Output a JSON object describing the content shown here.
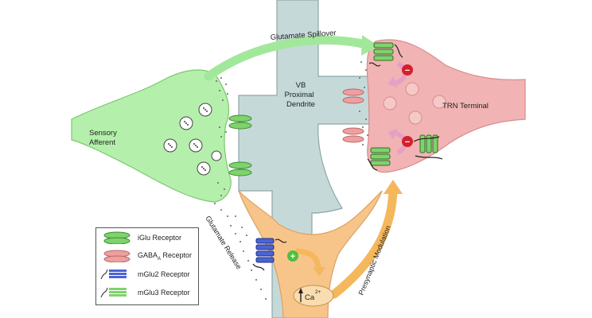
{
  "labels": {
    "glutamate_spillover": "Glutamate Spillover",
    "vb_line1": "VB",
    "vb_line2": "Proximal",
    "vb_line3": "Dendrite",
    "trn_terminal": "TRN Terminal",
    "sensory_line1": "Sensory",
    "sensory_line2": "Afferent",
    "glutamate_release": "Glutamate Release",
    "presynaptic_modulation": "Presynaptic Modulation",
    "calcium": "Ca",
    "calcium_charge": "2+",
    "plus_sign": "+",
    "minus_sign": "−"
  },
  "legend": {
    "iglu": "iGlu Receptor",
    "gaba_main": "GABA",
    "gaba_sub": "A",
    "gaba_rest": " Receptor",
    "mglu2": "mGlu2 Receptor",
    "mglu3": "mGlu3 Receptor"
  },
  "colors": {
    "green_fill": "#b5efac",
    "green_stroke": "#7cc870",
    "vb_fill": "#c5d9d9",
    "vb_stroke": "#8fa6a6",
    "trn_fill": "#f1b3b3",
    "trn_stroke": "#d88d8d",
    "orange_fill": "#f7c58a",
    "orange_stroke": "#dba160",
    "arrow_green": "#a2e89a",
    "arrow_orange": "#f5b75c",
    "pink_arrow": "#e79fc6",
    "inhibit_red": "#d3202a",
    "plus_green": "#4fbf3d",
    "receptor_green": "#7ed36c",
    "receptor_pink": "#ee9f9f",
    "mglu2_blue": "#4b63d6"
  }
}
